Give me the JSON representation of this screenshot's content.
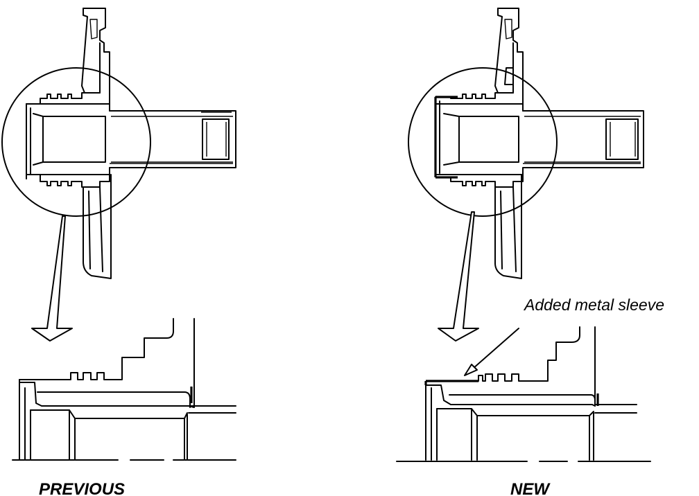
{
  "labels": {
    "previous": "PREVIOUS",
    "new": "NEW",
    "annotation": "Added metal sleeve"
  }
}
